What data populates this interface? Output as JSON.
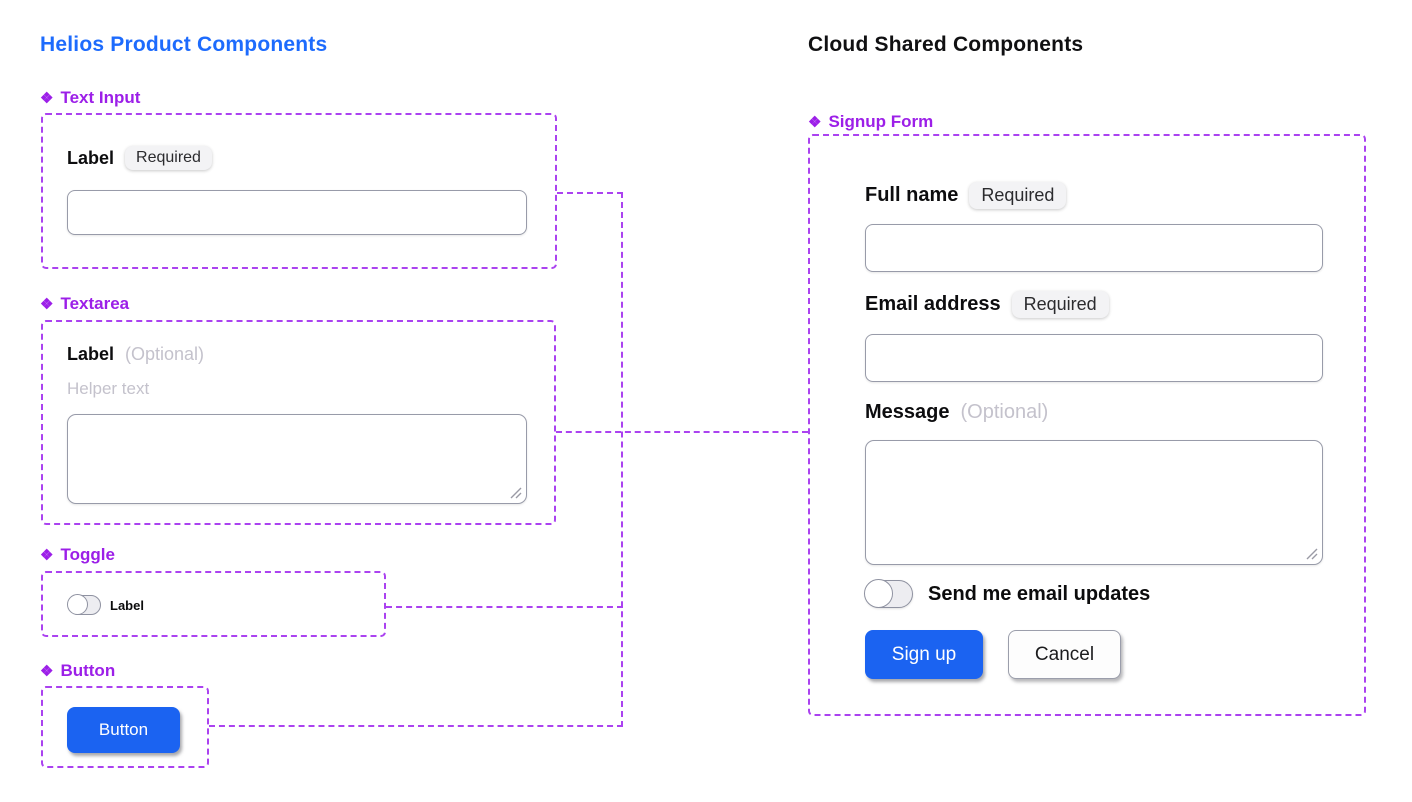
{
  "theme": {
    "accent_blue": "#1b63f1",
    "title_blue": "#1d6bfd",
    "purple_label": "#9c1fe8",
    "purple_dash": "#ab42f0",
    "badge_bg": "#f3f3f5",
    "input_border": "#989ba9",
    "muted": "#c4c2cc",
    "text_dark": "#0d0d0f"
  },
  "icons": {
    "component": "❖"
  },
  "left": {
    "title": "Helios Product Components",
    "text_input": {
      "name": "Text Input",
      "label": "Label",
      "badge": "Required"
    },
    "textarea": {
      "name": "Textarea",
      "label": "Label",
      "optional": "(Optional)",
      "helper": "Helper text"
    },
    "toggle": {
      "name": "Toggle",
      "label": "Label"
    },
    "button": {
      "name": "Button",
      "action": "Button"
    }
  },
  "right": {
    "title": "Cloud Shared Components",
    "signup": {
      "name": "Signup Form",
      "full_name_label": "Full name",
      "full_name_badge": "Required",
      "email_label": "Email address",
      "email_badge": "Required",
      "message_label": "Message",
      "message_optional": "(Optional)",
      "toggle_label": "Send me email updates",
      "signup_button": "Sign up",
      "cancel_button": "Cancel"
    }
  }
}
